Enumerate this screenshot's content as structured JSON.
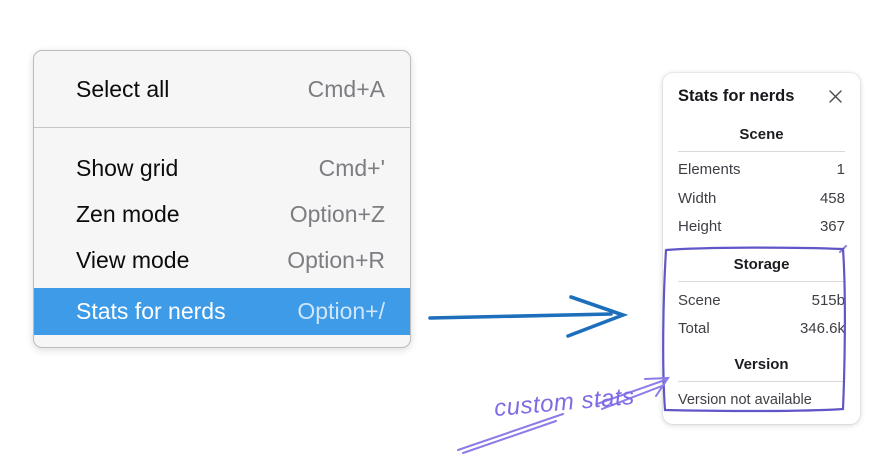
{
  "menu": {
    "items": [
      {
        "label": "Select all",
        "shortcut": "Cmd+A"
      },
      {
        "label": "Show grid",
        "shortcut": "Cmd+'"
      },
      {
        "label": "Zen mode",
        "shortcut": "Option+Z"
      },
      {
        "label": "View mode",
        "shortcut": "Option+R"
      },
      {
        "label": "Stats for nerds",
        "shortcut": "Option+/",
        "selected": true
      }
    ]
  },
  "stats_panel": {
    "title": "Stats for nerds",
    "close_icon": "x-mark",
    "sections": {
      "scene": {
        "heading": "Scene",
        "rows": [
          {
            "label": "Elements",
            "value": "1"
          },
          {
            "label": "Width",
            "value": "458"
          },
          {
            "label": "Height",
            "value": "367"
          }
        ]
      },
      "storage": {
        "heading": "Storage",
        "rows": [
          {
            "label": "Scene",
            "value": "515b"
          },
          {
            "label": "Total",
            "value": "346.6k"
          }
        ]
      },
      "version": {
        "heading": "Version",
        "message": "Version not available"
      }
    }
  },
  "annotations": {
    "custom_stats_label": "custom stats",
    "colors": {
      "menu_highlight_blue": "#3d9be8",
      "arrow_blue": "#1d6fbc",
      "sketch_purple_dark": "#6156c8",
      "sketch_purple_light": "#8b7ce8"
    }
  }
}
